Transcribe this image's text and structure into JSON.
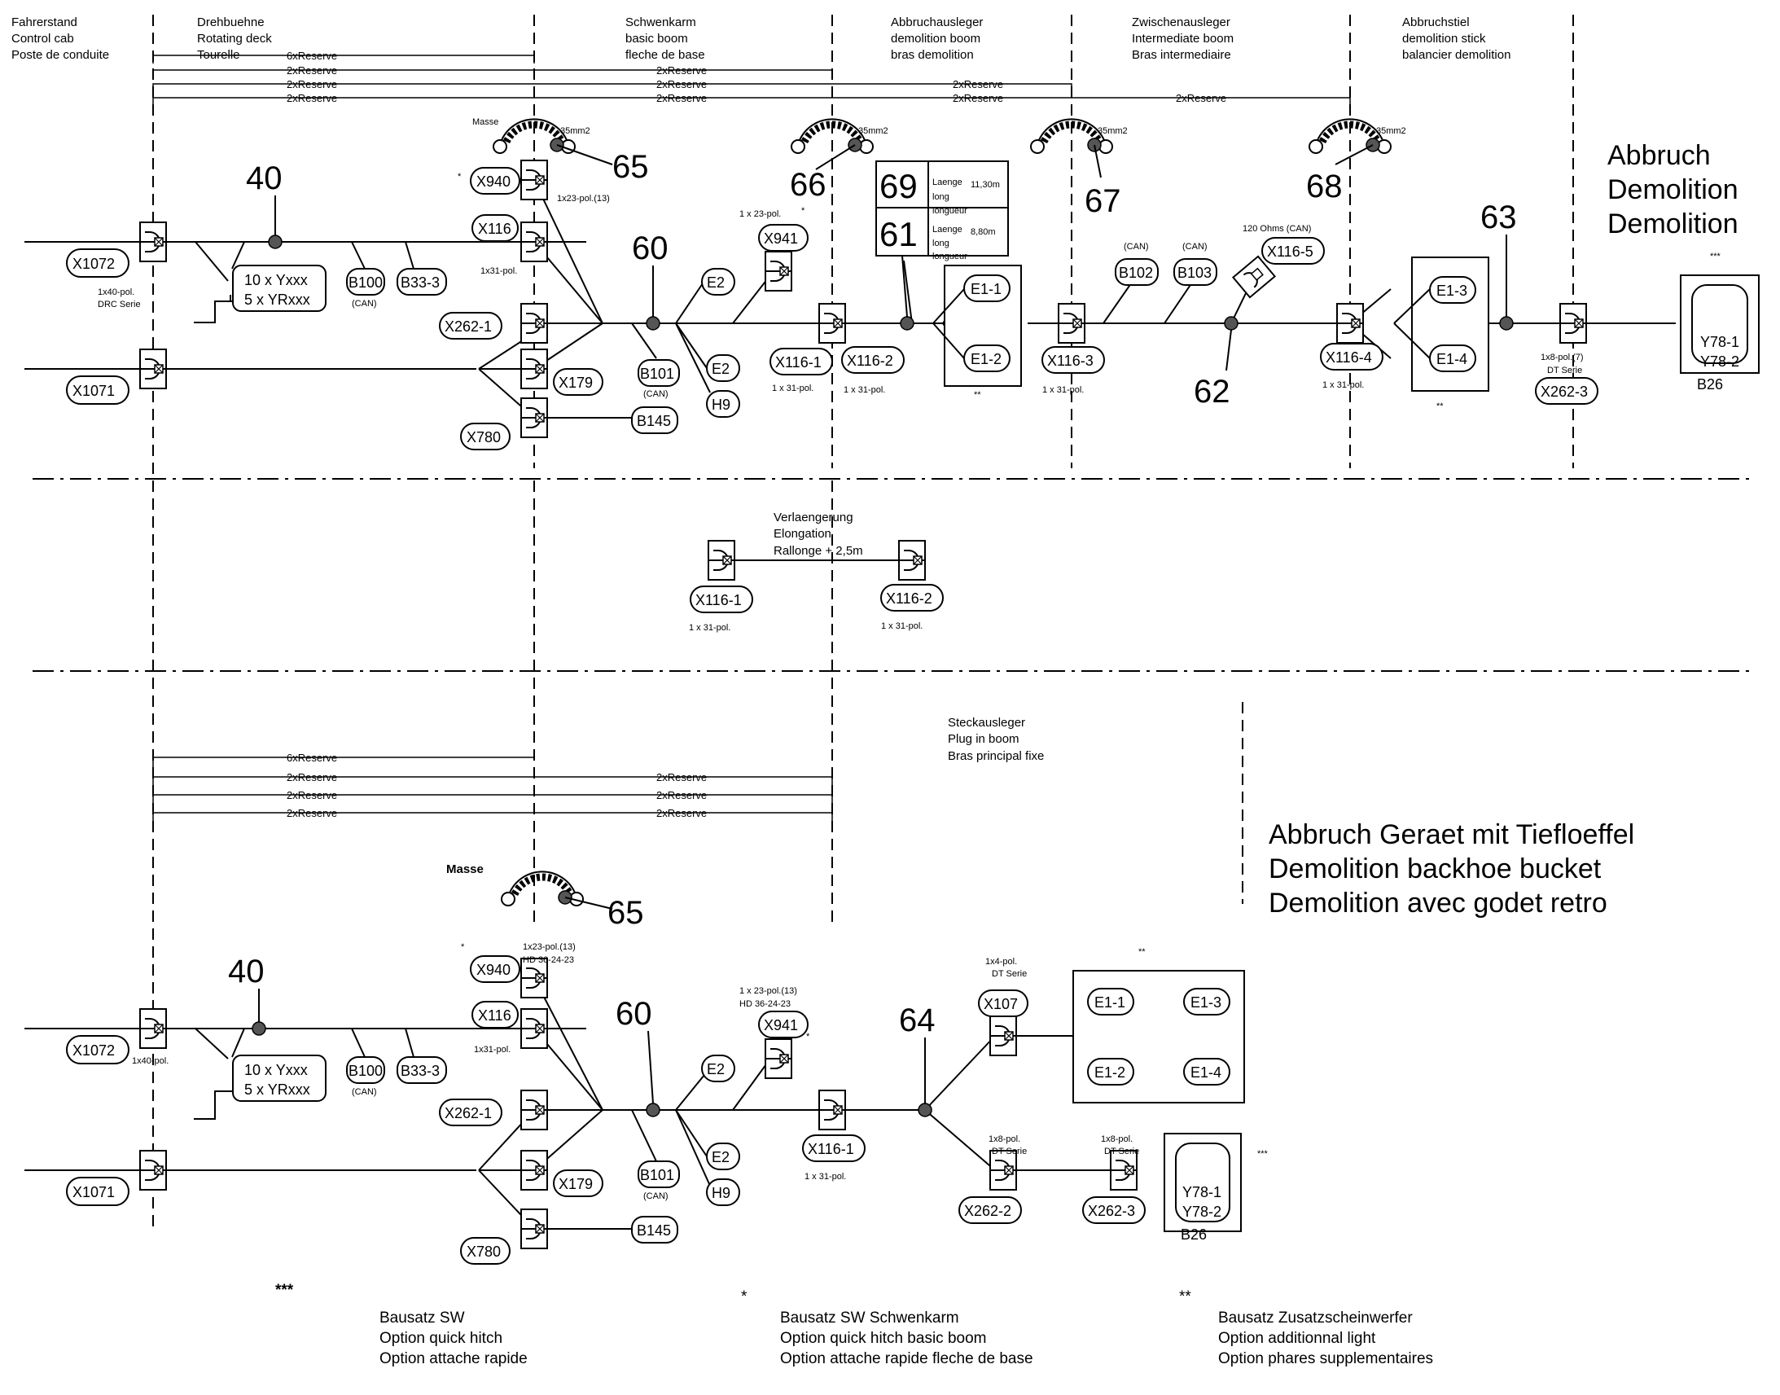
{
  "sections": [
    {
      "id": "control-cab",
      "lines": [
        "Fahrerstand",
        "Control cab",
        "Poste de conduite"
      ]
    },
    {
      "id": "rotating-deck",
      "lines": [
        "Drehbuehne",
        "Rotating deck",
        "Tourelle"
      ]
    },
    {
      "id": "basic-boom",
      "lines": [
        "Schwenkarm",
        "basic boom",
        "fleche de base"
      ]
    },
    {
      "id": "demolition-boom",
      "lines": [
        "Abbruchausleger",
        "demolition boom",
        "bras demolition"
      ]
    },
    {
      "id": "intermediate-boom",
      "lines": [
        "Zwischenausleger",
        "Intermediate boom",
        "Bras intermediaire"
      ]
    },
    {
      "id": "demolition-stick",
      "lines": [
        "Abbruchstiel",
        "demolition stick",
        "balancier demolition"
      ]
    }
  ],
  "titles": {
    "top": [
      "Abbruch",
      "Demolition",
      "Demolition"
    ],
    "bottom": [
      "Abbruch Geraet mit Tiefloeffel",
      "Demolition backhoe bucket",
      "Demolition avec godet retro"
    ]
  },
  "reserve": {
    "six": "6xReserve",
    "two": "2xReserve"
  },
  "masse": "Masse",
  "cable_35": "35mm2",
  "extension": [
    "Verlaengerung",
    "Elongation",
    "Rallonge + 2,5m"
  ],
  "plug_boom": [
    "Steckausleger",
    "Plug in boom",
    "Bras principal fixe"
  ],
  "length_table": {
    "n69": "69",
    "n61": "61",
    "row1": [
      "Laenge",
      "long",
      "longueur"
    ],
    "v1": "11,30m",
    "row2": [
      "Laenge",
      "long",
      "longueur"
    ],
    "v2": "8,80m"
  },
  "harness": {
    "line1": "10 x Yxxx",
    "line2": "5 x YRxxx"
  },
  "points": {
    "p40": "40",
    "p60": "60",
    "p61": "61",
    "p62": "62",
    "p63": "63",
    "p64": "64",
    "p65": "65",
    "p66": "66",
    "p67": "67",
    "p68": "68"
  },
  "conn": {
    "X1072": "X1072",
    "X1071": "X1071",
    "X940": "X940",
    "X116": "X116",
    "X262_1": "X262-1",
    "X179": "X179",
    "X780": "X780",
    "X941": "X941",
    "X116_1": "X116-1",
    "X116_2": "X116-2",
    "X116_3": "X116-3",
    "X116_4": "X116-4",
    "X116_5": "X116-5",
    "X262_2": "X262-2",
    "X262_3": "X262-3",
    "X107": "X107"
  },
  "comp": {
    "B100": "B100",
    "B33_3": "B33-3",
    "B101": "B101",
    "B145": "B145",
    "B102": "B102",
    "B103": "B103",
    "E1_1": "E1-1",
    "E1_2": "E1-2",
    "E1_3": "E1-3",
    "E1_4": "E1-4",
    "E2": "E2",
    "H9": "H9",
    "Y78_1": "Y78-1",
    "Y78_2": "Y78-2",
    "B26": "B26"
  },
  "notes": {
    "can": "(CAN)",
    "ohms": "120 Ohms (CAN)",
    "pol40_drc": [
      "1x40-pol.",
      "DRC Serie"
    ],
    "pol40": "1x40-pol.",
    "pol23_13": "1x23-pol.(13)",
    "pol23": "1 x 23-pol.",
    "pol23b": "1 x 23-pol.(13)",
    "hd": "HD 36-24-23",
    "pol31": "1x31-pol.",
    "pol31b": "1 x 31-pol.",
    "pol8_7": [
      "1x8-pol.(7)",
      "DT Serie"
    ],
    "pol8": [
      "1x8-pol.",
      "DT Serie"
    ],
    "pol4": [
      "1x4-pol.",
      "DT Serie"
    ],
    "star1": "*",
    "star2": "**",
    "star3": "***"
  },
  "footnotes": [
    {
      "mark": "***",
      "lines": [
        "Bausatz SW",
        "Option quick hitch",
        "Option attache rapide"
      ]
    },
    {
      "mark": "*",
      "lines": [
        "Bausatz SW Schwenkarm",
        "Option quick hitch basic boom",
        "Option attache rapide fleche de base"
      ]
    },
    {
      "mark": "**",
      "lines": [
        "Bausatz Zusatzscheinwerfer",
        "Option additionnal light",
        "Option phares supplementaires"
      ]
    }
  ]
}
